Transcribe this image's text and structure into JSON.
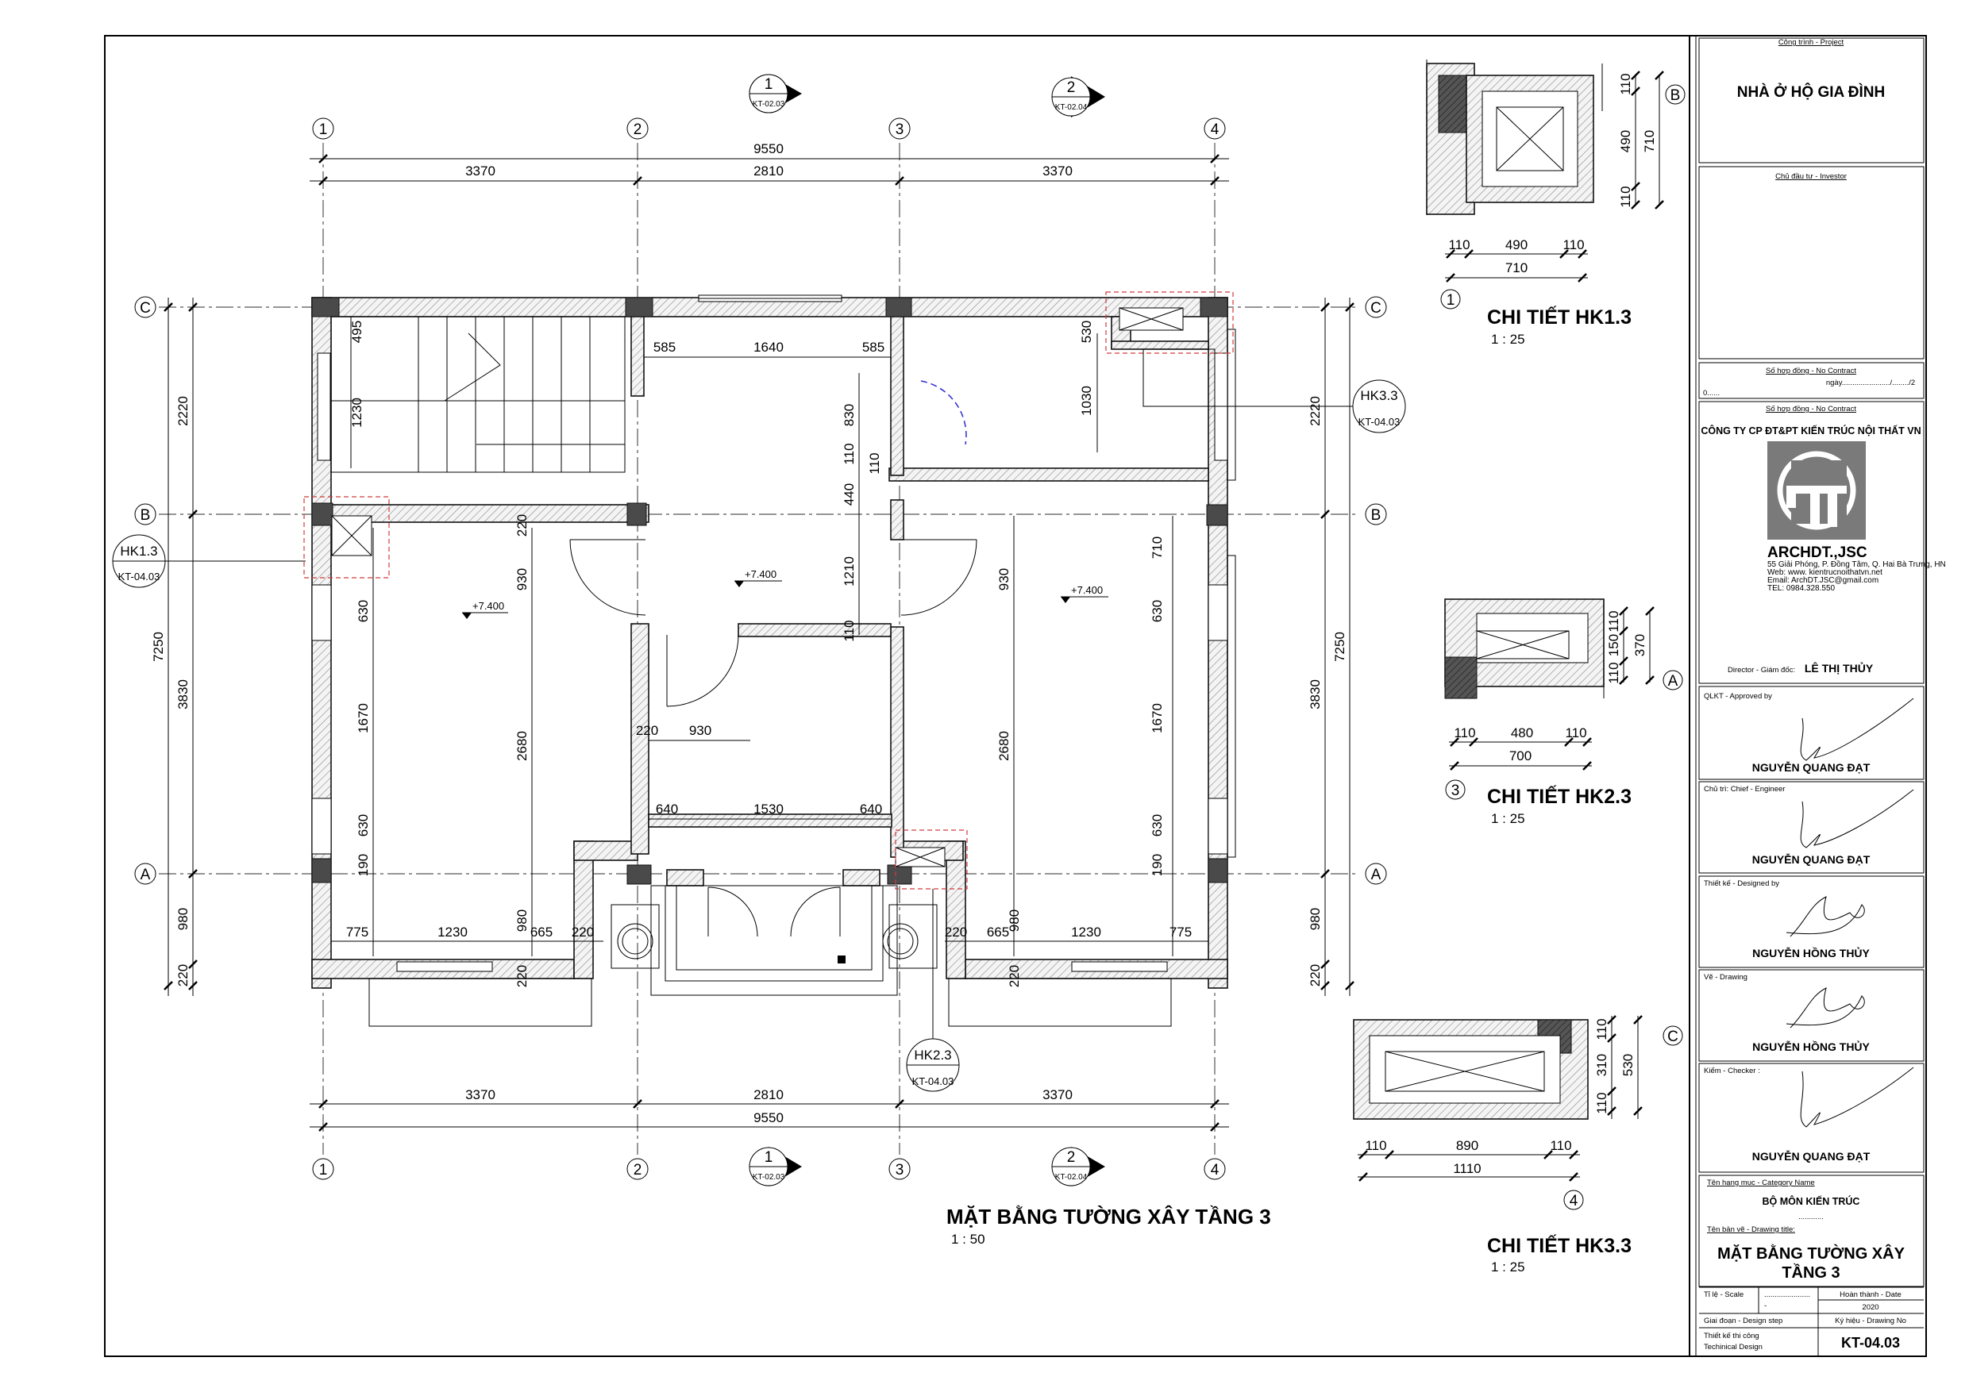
{
  "plan": {
    "title": "MẶT BẰNG TƯỜNG XÂY TẦNG 3",
    "scale": "1 : 50",
    "grid_columns": [
      "1",
      "2",
      "3",
      "4"
    ],
    "grid_rows": [
      "C",
      "B",
      "A"
    ],
    "sections": [
      {
        "number": "1",
        "ref": "KT-02.03"
      },
      {
        "number": "2",
        "ref": "KT-02.04"
      }
    ],
    "dims_top_total": "9550",
    "dims_top": [
      "3370",
      "2810",
      "3370"
    ],
    "dims_bottom_total": "9550",
    "dims_bottom": [
      "3370",
      "2810",
      "3370"
    ],
    "dims_left_total": "7250",
    "dims_left": [
      "2220",
      "3830",
      "980",
      "220"
    ],
    "dims_right_total": "7250",
    "dims_right": [
      "2220",
      "3830",
      "980",
      "220"
    ],
    "inner_dims": {
      "stair_495": "495",
      "stair_1230": "1230",
      "hall_585a": "585",
      "hall_1640": "1640",
      "hall_585b": "585",
      "hall_830": "830",
      "hall_110a": "110",
      "hall_110b": "110",
      "hall_440": "440",
      "hall_1210": "1210",
      "hall_110c": "110",
      "wc_530": "530",
      "wc_1030": "1030",
      "left_220": "220",
      "left_930": "930",
      "left_630a": "630",
      "left_1670": "1670",
      "left_2680": "2680",
      "left_630b": "630",
      "left_190": "190",
      "mid_220": "220",
      "mid_930": "930",
      "mid_640a": "640",
      "mid_1530": "1530",
      "mid_640b": "640",
      "right_930": "930",
      "right_2680": "2680",
      "right_710": "710",
      "right_630a": "630",
      "right_1670": "1670",
      "right_630b": "630",
      "right_190": "190",
      "bot_775a": "775",
      "bot_1230a": "1230",
      "bot_980a": "980",
      "bot_665a": "665",
      "bot_220a": "220",
      "bot_220b": "220",
      "bot_220c": "220",
      "bot_665b": "665",
      "bot_980b": "980",
      "bot_1230b": "1230",
      "bot_775b": "775",
      "bot_220d": "220"
    },
    "levels": [
      "+7.400",
      "+7.400",
      "+7.400"
    ],
    "callouts": [
      {
        "name": "HK1.3",
        "ref": "KT-04.03"
      },
      {
        "name": "HK3.3",
        "ref": "KT-04.03"
      },
      {
        "name": "HK2.3",
        "ref": "KT-04.03"
      }
    ]
  },
  "details": [
    {
      "title": "CHI TIẾT HK1.3",
      "scale": "1 : 25",
      "grid_circle": "1",
      "side_grid": "B",
      "dims_h": [
        "110",
        "490",
        "110"
      ],
      "dim_h_total": "710",
      "dims_v": [
        "110",
        "490",
        "110"
      ],
      "dim_v_total": "710"
    },
    {
      "title": "CHI TIẾT HK2.3",
      "scale": "1 : 25",
      "grid_circle": "3",
      "side_grid": "A",
      "dims_h": [
        "110",
        "480",
        "110"
      ],
      "dim_h_total": "700",
      "dims_v": [
        "110",
        "150",
        "110"
      ],
      "dim_v_total": "370"
    },
    {
      "title": "CHI TIẾT HK3.3",
      "scale": "1 : 25",
      "grid_circle": "4",
      "side_grid": "C",
      "dims_h": [
        "110",
        "890",
        "110"
      ],
      "dim_h_total": "1110",
      "dims_v": [
        "110",
        "310",
        "110"
      ],
      "dim_v_total": "530"
    }
  ],
  "title_block": {
    "project_label": "Công trình - Project",
    "project": "NHÀ Ở HỘ GIA ĐÌNH",
    "investor_label": "Chủ đầu tư - Investor",
    "contract_label": "Số hợp đồng - No Contract",
    "contract_line": "ngày......................./......../2",
    "contract_line2": "0......",
    "contract_label2": "Số hợp đồng - No Contract",
    "company": "CÔNG TY CP ĐT&PT KIẾN TRÚC NỘI THẤT VN",
    "logo_name": "ARCHDT.,JSC",
    "address": "55 Giải Phóng, P. Đồng Tâm, Q. Hai Bà Trưng, HN",
    "web": "Web: www. kientrucnoithatvn.net",
    "email": "Email: ArchDT.JSC@gmail.com",
    "tel": "TEL: 0984.328.550",
    "director_label": "Director - Giám đốc:",
    "director": "LÊ THỊ THỦY",
    "approved_label": "QLKT - Approved by",
    "approved_name": "NGUYỄN QUANG ĐẠT",
    "chief_label": "Chủ trì: Chief - Engineer",
    "chief_name": "NGUYỄN QUANG ĐẠT",
    "designed_label": "Thiết kế - Designed by",
    "designed_name": "NGUYỄN HỒNG THỦY",
    "drawing_label": "Vẽ - Drawing",
    "drawing_name": "NGUYỄN HỒNG THỦY",
    "checker_label": "Kiểm - Checker :",
    "checker_name": "NGUYỄN QUANG ĐẠT",
    "category_label": "Tên hạng mục - Category Name",
    "category": "BỘ MÔN KIẾN TRÚC",
    "category_dots": "............",
    "drawing_title_label": "Tên bản vẽ - Drawing title:",
    "drawing_title_1": "MẶT BẰNG TƯỜNG XÂY",
    "drawing_title_2": "TẦNG 3",
    "scale_label": "Tỉ lệ - Scale",
    "scale_dots": "......................",
    "scale_dash": "-",
    "date_label": "Hoàn thành - Date",
    "date": "2020",
    "step_label": "Giai đoạn - Design step",
    "drawno_label": "Ký hiệu - Drawing No",
    "step_1": "Thiết kế thi công",
    "step_2": "Techinical Design",
    "drawno": "KT-04.03"
  }
}
